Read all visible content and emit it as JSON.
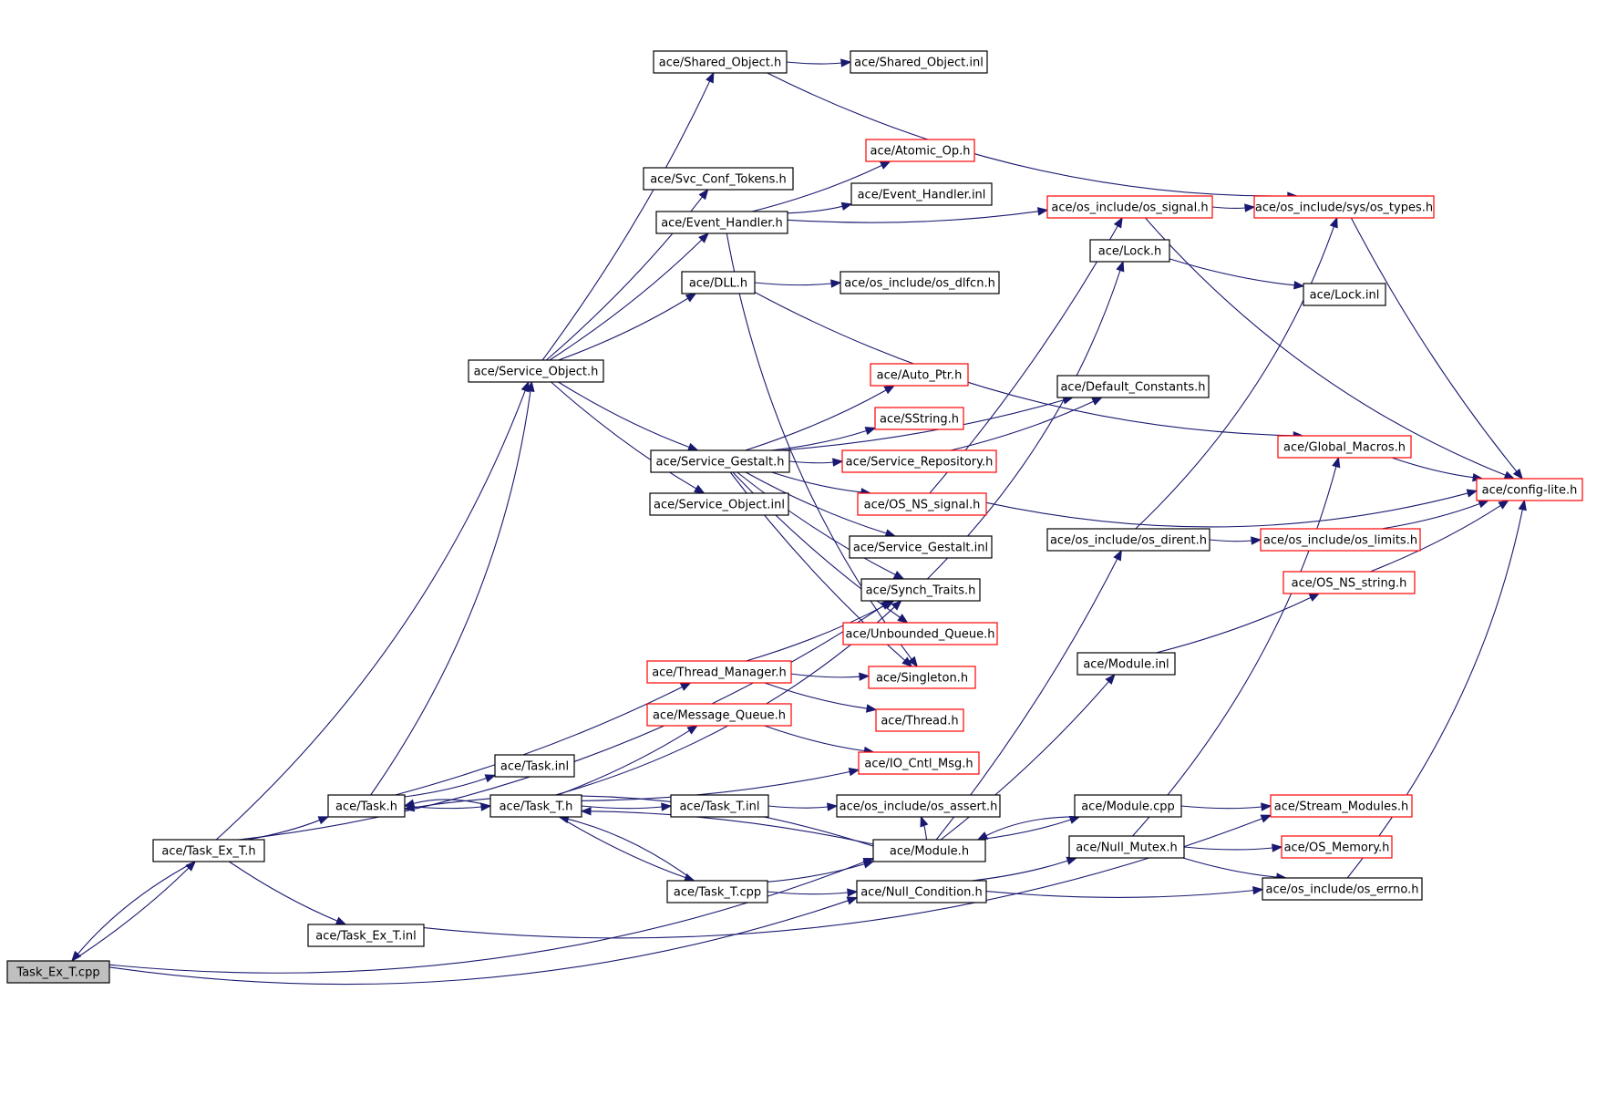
{
  "colors": {
    "edge": "#191970",
    "border_normal": "#000000",
    "border_truncated": "#ff0000",
    "fill_root": "#bfbfbf",
    "fill_normal": "#ffffff"
  },
  "nodes": [
    {
      "id": "n1",
      "label": "Task_Ex_T.cpp",
      "style": "root"
    },
    {
      "id": "n2",
      "label": "ace/Task_Ex_T.h",
      "style": "normal"
    },
    {
      "id": "n3",
      "label": "ace/Task_Ex_T.inl",
      "style": "normal"
    },
    {
      "id": "n4",
      "label": "ace/Task.h",
      "style": "normal"
    },
    {
      "id": "n5",
      "label": "ace/Task.inl",
      "style": "normal"
    },
    {
      "id": "n6",
      "label": "ace/Task_T.h",
      "style": "normal"
    },
    {
      "id": "n7",
      "label": "ace/Task_T.inl",
      "style": "normal"
    },
    {
      "id": "n8",
      "label": "ace/Task_T.cpp",
      "style": "normal"
    },
    {
      "id": "n9",
      "label": "ace/Service_Object.h",
      "style": "normal"
    },
    {
      "id": "n10",
      "label": "ace/Shared_Object.h",
      "style": "normal"
    },
    {
      "id": "n11",
      "label": "ace/Shared_Object.inl",
      "style": "normal"
    },
    {
      "id": "n12",
      "label": "ace/Svc_Conf_Tokens.h",
      "style": "normal"
    },
    {
      "id": "n13",
      "label": "ace/Event_Handler.h",
      "style": "normal"
    },
    {
      "id": "n14",
      "label": "ace/Atomic_Op.h",
      "style": "truncated"
    },
    {
      "id": "n15",
      "label": "ace/Event_Handler.inl",
      "style": "normal"
    },
    {
      "id": "n16",
      "label": "ace/DLL.h",
      "style": "normal"
    },
    {
      "id": "n17",
      "label": "ace/os_include/os_dlfcn.h",
      "style": "normal"
    },
    {
      "id": "n18",
      "label": "ace/Service_Gestalt.h",
      "style": "normal"
    },
    {
      "id": "n19",
      "label": "ace/Service_Object.inl",
      "style": "normal"
    },
    {
      "id": "n20",
      "label": "ace/Auto_Ptr.h",
      "style": "truncated"
    },
    {
      "id": "n21",
      "label": "ace/SString.h",
      "style": "truncated"
    },
    {
      "id": "n22",
      "label": "ace/Service_Repository.h",
      "style": "truncated"
    },
    {
      "id": "n23",
      "label": "ace/OS_NS_signal.h",
      "style": "truncated"
    },
    {
      "id": "n24",
      "label": "ace/Service_Gestalt.inl",
      "style": "normal"
    },
    {
      "id": "n25",
      "label": "ace/Synch_Traits.h",
      "style": "normal"
    },
    {
      "id": "n26",
      "label": "ace/Unbounded_Queue.h",
      "style": "truncated"
    },
    {
      "id": "n27",
      "label": "ace/Singleton.h",
      "style": "truncated"
    },
    {
      "id": "n28",
      "label": "ace/Thread.h",
      "style": "truncated"
    },
    {
      "id": "n29",
      "label": "ace/Thread_Manager.h",
      "style": "truncated"
    },
    {
      "id": "n30",
      "label": "ace/Message_Queue.h",
      "style": "truncated"
    },
    {
      "id": "n31",
      "label": "ace/IO_Cntl_Msg.h",
      "style": "truncated"
    },
    {
      "id": "n32",
      "label": "ace/os_include/os_assert.h",
      "style": "normal"
    },
    {
      "id": "n33",
      "label": "ace/Module.h",
      "style": "normal"
    },
    {
      "id": "n34",
      "label": "ace/Null_Condition.h",
      "style": "normal"
    },
    {
      "id": "n35",
      "label": "ace/os_include/os_signal.h",
      "style": "truncated"
    },
    {
      "id": "n36",
      "label": "ace/os_include/sys/os_types.h",
      "style": "truncated"
    },
    {
      "id": "n37",
      "label": "ace/Lock.h",
      "style": "normal"
    },
    {
      "id": "n38",
      "label": "ace/Lock.inl",
      "style": "normal"
    },
    {
      "id": "n39",
      "label": "ace/Default_Constants.h",
      "style": "normal"
    },
    {
      "id": "n40",
      "label": "ace/Global_Macros.h",
      "style": "truncated"
    },
    {
      "id": "n41",
      "label": "ace/config-lite.h",
      "style": "truncated"
    },
    {
      "id": "n42",
      "label": "ace/os_include/os_dirent.h",
      "style": "normal"
    },
    {
      "id": "n43",
      "label": "ace/os_include/os_limits.h",
      "style": "truncated"
    },
    {
      "id": "n44",
      "label": "ace/OS_NS_string.h",
      "style": "truncated"
    },
    {
      "id": "n45",
      "label": "ace/Module.inl",
      "style": "normal"
    },
    {
      "id": "n46",
      "label": "ace/Module.cpp",
      "style": "normal"
    },
    {
      "id": "n47",
      "label": "ace/Null_Mutex.h",
      "style": "normal"
    },
    {
      "id": "n48",
      "label": "ace/Stream_Modules.h",
      "style": "truncated"
    },
    {
      "id": "n49",
      "label": "ace/OS_Memory.h",
      "style": "truncated"
    },
    {
      "id": "n50",
      "label": "ace/os_include/os_errno.h",
      "style": "normal"
    }
  ],
  "edges": [
    [
      "n1",
      "n2"
    ],
    [
      "n1",
      "n33"
    ],
    [
      "n1",
      "n34"
    ],
    [
      "n2",
      "n1"
    ],
    [
      "n2",
      "n4"
    ],
    [
      "n2",
      "n3"
    ],
    [
      "n2",
      "n9"
    ],
    [
      "n2",
      "n25"
    ],
    [
      "n3",
      "n48"
    ],
    [
      "n4",
      "n9"
    ],
    [
      "n4",
      "n29"
    ],
    [
      "n4",
      "n5"
    ],
    [
      "n4",
      "n6"
    ],
    [
      "n6",
      "n4"
    ],
    [
      "n6",
      "n25"
    ],
    [
      "n6",
      "n30"
    ],
    [
      "n6",
      "n31"
    ],
    [
      "n6",
      "n7"
    ],
    [
      "n6",
      "n8"
    ],
    [
      "n7",
      "n32"
    ],
    [
      "n8",
      "n6"
    ],
    [
      "n8",
      "n33"
    ],
    [
      "n8",
      "n34"
    ],
    [
      "n9",
      "n10"
    ],
    [
      "n9",
      "n12"
    ],
    [
      "n9",
      "n13"
    ],
    [
      "n9",
      "n16"
    ],
    [
      "n9",
      "n18"
    ],
    [
      "n9",
      "n19"
    ],
    [
      "n10",
      "n11"
    ],
    [
      "n10",
      "n36"
    ],
    [
      "n13",
      "n14"
    ],
    [
      "n13",
      "n15"
    ],
    [
      "n13",
      "n35"
    ],
    [
      "n13",
      "n27"
    ],
    [
      "n16",
      "n17"
    ],
    [
      "n16",
      "n40"
    ],
    [
      "n18",
      "n20"
    ],
    [
      "n18",
      "n21"
    ],
    [
      "n18",
      "n22"
    ],
    [
      "n18",
      "n23"
    ],
    [
      "n18",
      "n24"
    ],
    [
      "n18",
      "n25"
    ],
    [
      "n18",
      "n26"
    ],
    [
      "n18",
      "n27"
    ],
    [
      "n18",
      "n39"
    ],
    [
      "n22",
      "n39"
    ],
    [
      "n23",
      "n41"
    ],
    [
      "n23",
      "n35"
    ],
    [
      "n25",
      "n37"
    ],
    [
      "n29",
      "n25"
    ],
    [
      "n29",
      "n27"
    ],
    [
      "n29",
      "n28"
    ],
    [
      "n30",
      "n31"
    ],
    [
      "n33",
      "n6"
    ],
    [
      "n33",
      "n4"
    ],
    [
      "n33",
      "n32"
    ],
    [
      "n33",
      "n42"
    ],
    [
      "n33",
      "n45"
    ],
    [
      "n33",
      "n46"
    ],
    [
      "n35",
      "n36"
    ],
    [
      "n35",
      "n41"
    ],
    [
      "n36",
      "n41"
    ],
    [
      "n37",
      "n38"
    ],
    [
      "n40",
      "n41"
    ],
    [
      "n42",
      "n43"
    ],
    [
      "n42",
      "n36"
    ],
    [
      "n43",
      "n41"
    ],
    [
      "n44",
      "n41"
    ],
    [
      "n45",
      "n44"
    ],
    [
      "n46",
      "n33"
    ],
    [
      "n46",
      "n48"
    ],
    [
      "n47",
      "n49"
    ],
    [
      "n47",
      "n50"
    ],
    [
      "n47",
      "n40"
    ],
    [
      "n34",
      "n47"
    ],
    [
      "n34",
      "n50"
    ],
    [
      "n50",
      "n41"
    ]
  ]
}
